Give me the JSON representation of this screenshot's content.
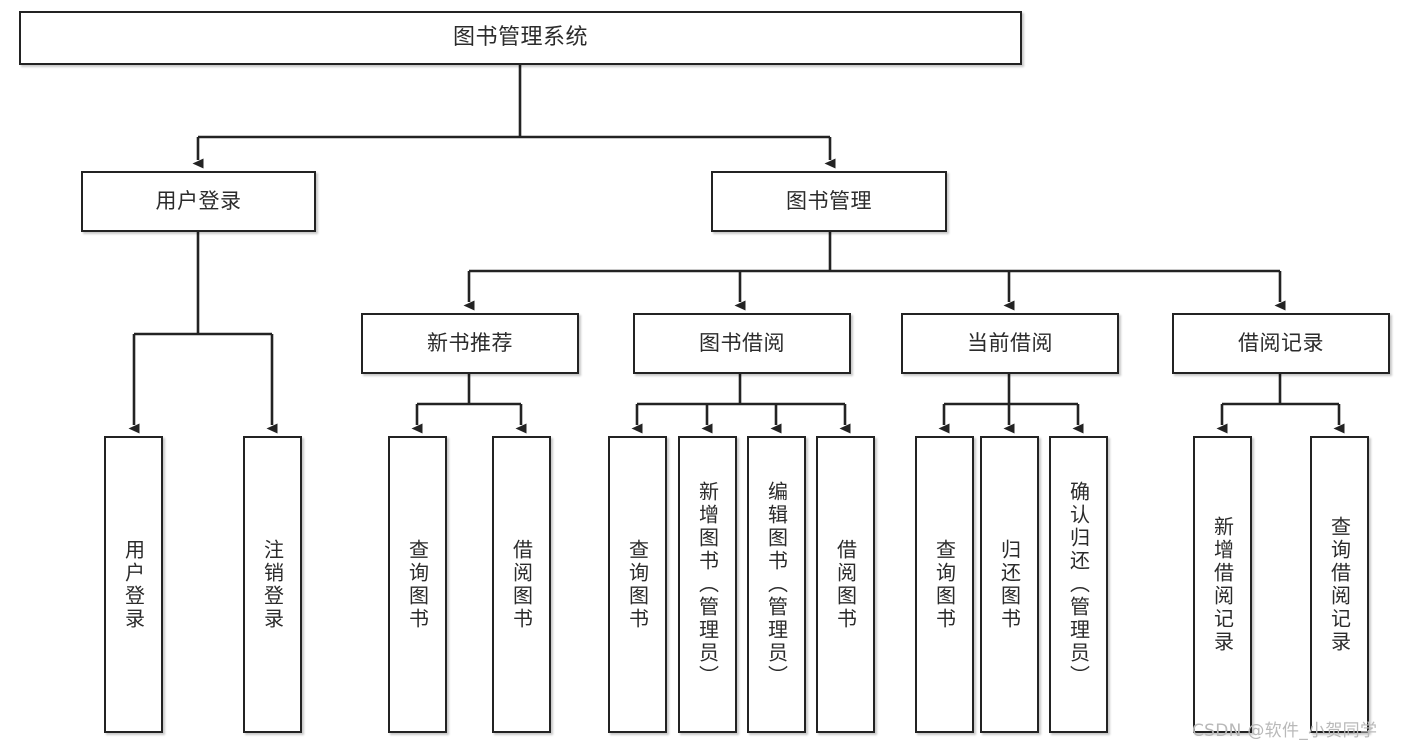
{
  "diagram": {
    "title": "图书管理系统",
    "type": "tree-hierarchy-chart",
    "watermark": "CSDN @软件_小贺同学",
    "colors": {
      "node_border": "#232323",
      "node_fill": "#ffffff",
      "edge": "#232323",
      "text": "#2b2b2b",
      "watermark": "#b9b9b9",
      "background": "#ffffff"
    },
    "nodes": {
      "root": {
        "label": "图书管理系统"
      },
      "level2": [
        {
          "id": "user-login",
          "label": "用户登录"
        },
        {
          "id": "book-manage",
          "label": "图书管理"
        }
      ],
      "level3": [
        {
          "id": "new-book-recommend",
          "label": "新书推荐"
        },
        {
          "id": "book-borrow",
          "label": "图书借阅"
        },
        {
          "id": "current-borrow",
          "label": "当前借阅"
        },
        {
          "id": "borrow-record",
          "label": "借阅记录"
        }
      ],
      "leaves": [
        {
          "id": "leaf-user-login",
          "label": "用户登录"
        },
        {
          "id": "leaf-user-logout",
          "label": "注销登录"
        },
        {
          "id": "leaf-query-book-1",
          "label": "查询图书"
        },
        {
          "id": "leaf-borrow-book-1",
          "label": "借阅图书"
        },
        {
          "id": "leaf-query-book-2",
          "label": "查询图书"
        },
        {
          "id": "leaf-add-book",
          "label": "新增图书（管理员）"
        },
        {
          "id": "leaf-edit-book",
          "label": "编辑图书（管理员）"
        },
        {
          "id": "leaf-borrow-book-2",
          "label": "借阅图书"
        },
        {
          "id": "leaf-query-book-3",
          "label": "查询图书"
        },
        {
          "id": "leaf-return-book",
          "label": "归还图书"
        },
        {
          "id": "leaf-confirm-return",
          "label": "确认归还（管理员）"
        },
        {
          "id": "leaf-add-record",
          "label": "新增借阅记录"
        },
        {
          "id": "leaf-query-record",
          "label": "查询借阅记录"
        }
      ]
    }
  }
}
